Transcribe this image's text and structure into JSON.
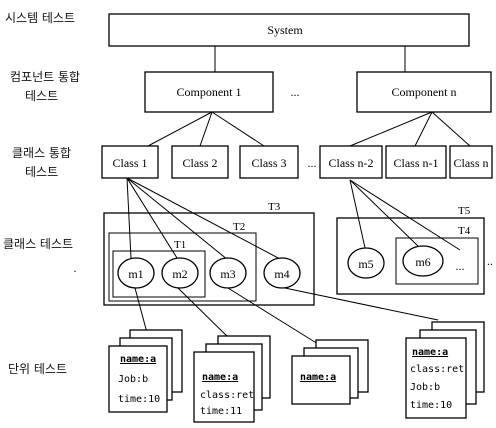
{
  "levels": {
    "system_test": "시스템 테스트",
    "component_integration_line1": "컴포넌트 통합",
    "component_integration_line2": "테스트",
    "class_integration_line1": "클래스 통합",
    "class_integration_line2": "테스트",
    "class_test": "클래스 테스트",
    "unit_test": "단위 테스트"
  },
  "system": {
    "label": "System"
  },
  "components": [
    {
      "label": "Component 1"
    },
    {
      "label": "Component n"
    }
  ],
  "component_ellipsis": "...",
  "classes": [
    {
      "label": "Class 1"
    },
    {
      "label": "Class 2"
    },
    {
      "label": "Class 3"
    },
    {
      "label": "Class n-2"
    },
    {
      "label": "Class n-1"
    },
    {
      "label": "Class n"
    }
  ],
  "class_ellipsis": "...",
  "groups": {
    "t1": "T1",
    "t2": "T2",
    "t3": "T3",
    "t4": "T4",
    "t5": "T5"
  },
  "methods": [
    {
      "label": "m1"
    },
    {
      "label": "m2"
    },
    {
      "label": "m3"
    },
    {
      "label": "m4"
    },
    {
      "label": "m5"
    },
    {
      "label": "m6"
    }
  ],
  "method_ellipsis": "...",
  "trailing_ellipsis": "..",
  "cards": [
    {
      "lines": [
        "name:a",
        "Job:b",
        "time:10"
      ]
    },
    {
      "lines": [
        "name:a",
        "class:ret",
        "time:11"
      ]
    },
    {
      "lines": [
        "name:a"
      ]
    },
    {
      "lines": [
        "name:a",
        "class:ret",
        "Job:b",
        "time:10"
      ]
    }
  ]
}
